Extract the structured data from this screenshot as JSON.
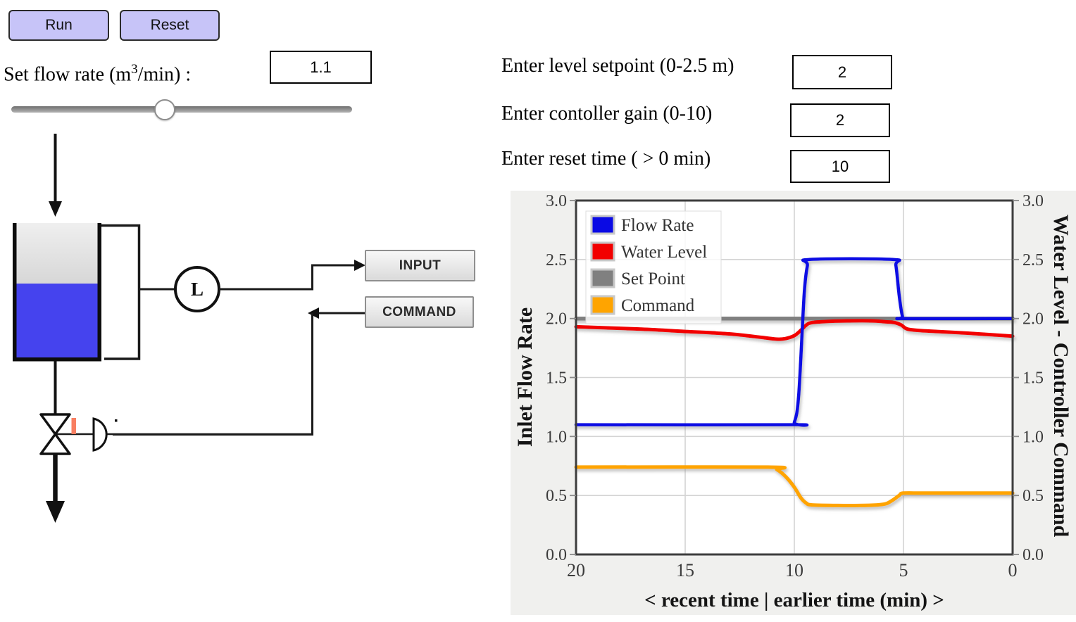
{
  "toolbar": {
    "run_label": "Run",
    "reset_label": "Reset"
  },
  "flow_control": {
    "label_prefix": "Set flow rate (m",
    "label_sup": "3",
    "label_suffix": "/min) :",
    "value": "1.1",
    "slider_fraction": 0.45
  },
  "diagram": {
    "sensor_label": "L",
    "input_box_label": "INPUT",
    "command_box_label": "COMMAND",
    "water_color": "#4543ee",
    "valve_mark_color": "#f87f62"
  },
  "settings": {
    "rows": [
      {
        "label": "Enter level setpoint (0-2.5 m)",
        "value": "2"
      },
      {
        "label": "Enter contoller gain (0-10)",
        "value": "2"
      },
      {
        "label": "Enter reset time ( > 0 min)",
        "value": "10"
      }
    ]
  },
  "chart_data": {
    "type": "line",
    "xlabel": "< recent time | earlier time (min) >",
    "ylabel_left": "Inlet Flow Rate",
    "ylabel_right": "Water Level - Controller Command",
    "x_reversed": true,
    "xlim": [
      20,
      0
    ],
    "ylim": [
      0,
      3
    ],
    "grid": true,
    "legend_position": "top-left",
    "x_tick_labels": [
      "20",
      "15",
      "10",
      "5",
      "0"
    ],
    "y_tick_labels": [
      "3.0",
      "2.5",
      "2.0",
      "1.5",
      "1.0",
      "0.5",
      "0.0"
    ],
    "series": [
      {
        "name": "Flow Rate",
        "color": "#0a0ae4",
        "x": [
          20,
          10.2,
          10.0,
          9.8,
          9.55,
          9.4,
          9.3,
          5.5,
          5.35,
          5.2,
          5.05,
          4.9,
          0
        ],
        "y": [
          1.1,
          1.1,
          1.12,
          1.35,
          2.2,
          2.45,
          2.5,
          2.5,
          2.45,
          2.2,
          2.02,
          2.0,
          2.0
        ]
      },
      {
        "name": "Water Level",
        "color": "#f20000",
        "x": [
          20,
          17,
          15,
          13,
          11.5,
          10.8,
          10.4,
          10.0,
          9.7,
          9.45,
          9.2,
          8.5,
          7.5,
          6.5,
          5.8,
          5.4,
          5.1,
          4.8,
          4.0,
          2.0,
          0
        ],
        "y": [
          1.93,
          1.91,
          1.89,
          1.87,
          1.84,
          1.825,
          1.83,
          1.855,
          1.9,
          1.945,
          1.965,
          1.975,
          1.98,
          1.98,
          1.972,
          1.965,
          1.945,
          1.91,
          1.895,
          1.875,
          1.85
        ]
      },
      {
        "name": "Set Point",
        "color": "#808080",
        "x": [
          20,
          0
        ],
        "y": [
          2.0,
          2.0
        ]
      },
      {
        "name": "Command",
        "color": "#ffa400",
        "x": [
          20,
          11.2,
          10.8,
          10.4,
          10.0,
          9.7,
          9.45,
          9.2,
          8.0,
          7.0,
          6.2,
          5.8,
          5.5,
          5.2,
          5.0,
          4.0,
          0
        ],
        "y": [
          0.74,
          0.74,
          0.72,
          0.66,
          0.57,
          0.48,
          0.435,
          0.42,
          0.415,
          0.415,
          0.42,
          0.43,
          0.46,
          0.5,
          0.52,
          0.52,
          0.52
        ]
      }
    ]
  }
}
